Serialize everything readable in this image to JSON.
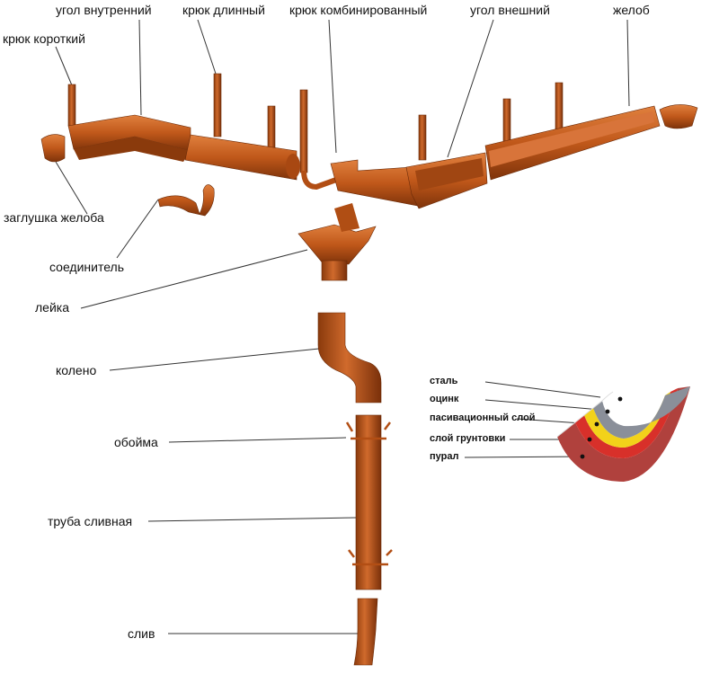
{
  "labels": {
    "inner_corner": "угол внутренний",
    "long_hook": "крюк длинный",
    "combined_hook": "крюк комбинированный",
    "outer_corner": "угол внешний",
    "gutter": "желоб",
    "short_hook": "крюк короткий",
    "gutter_cap": "заглушка желоба",
    "connector": "соединитель",
    "funnel": "лейка",
    "elbow": "колено",
    "clamp": "обойма",
    "drain_pipe": "труба сливная",
    "outlet": "слив"
  },
  "layers": {
    "steel": "сталь",
    "zinc": "оцинк",
    "passivation": "пасивационный слой",
    "primer": "слой грунтовки",
    "pural": "пурал"
  },
  "colors": {
    "copper": "#c0581a",
    "copper_dark": "#8a3a0c",
    "copper_light": "#e07a3a",
    "steel": "#8a8f99",
    "zinc": "#f2d21a",
    "primer": "#d8302a",
    "pural": "#b0413d"
  }
}
